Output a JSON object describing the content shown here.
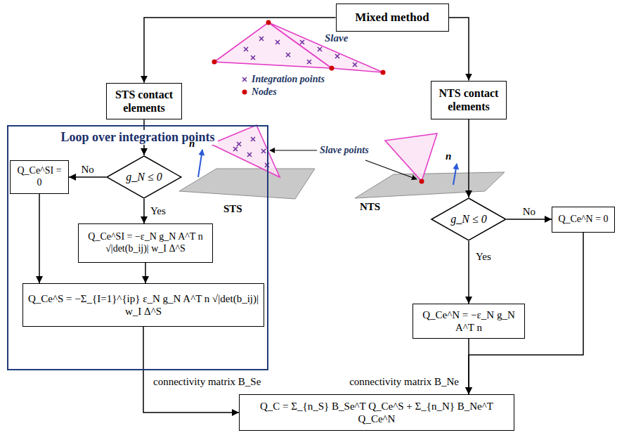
{
  "diagram": {
    "nodes": [
      {
        "text": [
          "Mixed method"
        ]
      },
      {
        "text": [
          "STS contact elements"
        ]
      },
      {
        "text": [
          "NTS contact elements"
        ]
      },
      {
        "text": [
          "Loop over integration points"
        ]
      },
      {
        "text": [
          "g_N ≤ 0"
        ],
        "in": 3
      },
      {
        "text": [
          "Q_Ce^SI = 0"
        ],
        "in": 3
      },
      {
        "text": [
          "Q_Ce^SI = −ε_N g_N A^T n √|det(b_ij)| w_I Δ^S"
        ],
        "in": 3
      },
      {
        "text": [
          "Q_Ce^S = −Σ_{I=1}^{ip} ε_N g_N A^T n √|det(b_ij)| w_I Δ^S"
        ],
        "in": 3
      },
      {
        "text": [
          "g_N ≤ 0"
        ]
      },
      {
        "text": [
          "Q_Ce^N = 0"
        ]
      },
      {
        "text": [
          "Q_Ce^N = −ε_N g_N A^T n"
        ]
      },
      {
        "text": [
          "Q_C = Σ_{n_S} B_Se^T Q_Ce^S + Σ_{n_N} B_Ne^T Q_Ce^N"
        ]
      }
    ],
    "edges": [
      {
        "from": 0,
        "to": 1,
        "arrow": "to"
      },
      {
        "from": 0,
        "to": 2,
        "arrow": "to"
      },
      {
        "from": 1,
        "to": 4,
        "arrow": "to"
      },
      {
        "from": 4,
        "to": 5,
        "label": "No",
        "arrow": "to"
      },
      {
        "from": 4,
        "to": 6,
        "label": "Yes",
        "arrow": "to"
      },
      {
        "from": 5,
        "to": 7,
        "arrow": "to"
      },
      {
        "from": 6,
        "to": 7,
        "arrow": "to"
      },
      {
        "from": 7,
        "to": 11,
        "label": "connectivity matrix B_Se",
        "arrow": "to"
      },
      {
        "from": 2,
        "to": 8,
        "arrow": "to"
      },
      {
        "from": 8,
        "to": 9,
        "label": "No",
        "arrow": "to"
      },
      {
        "from": 8,
        "to": 10,
        "label": "Yes",
        "arrow": "to"
      },
      {
        "from": 9,
        "to": 11,
        "arrow": "to"
      },
      {
        "from": 10,
        "to": 11,
        "label": "connectivity matrix B_Ne",
        "arrow": "to"
      }
    ],
    "labels": [
      "Slave",
      "Integration points",
      "Nodes",
      "n",
      "Slave points",
      "STS",
      "NTS",
      "n"
    ]
  }
}
